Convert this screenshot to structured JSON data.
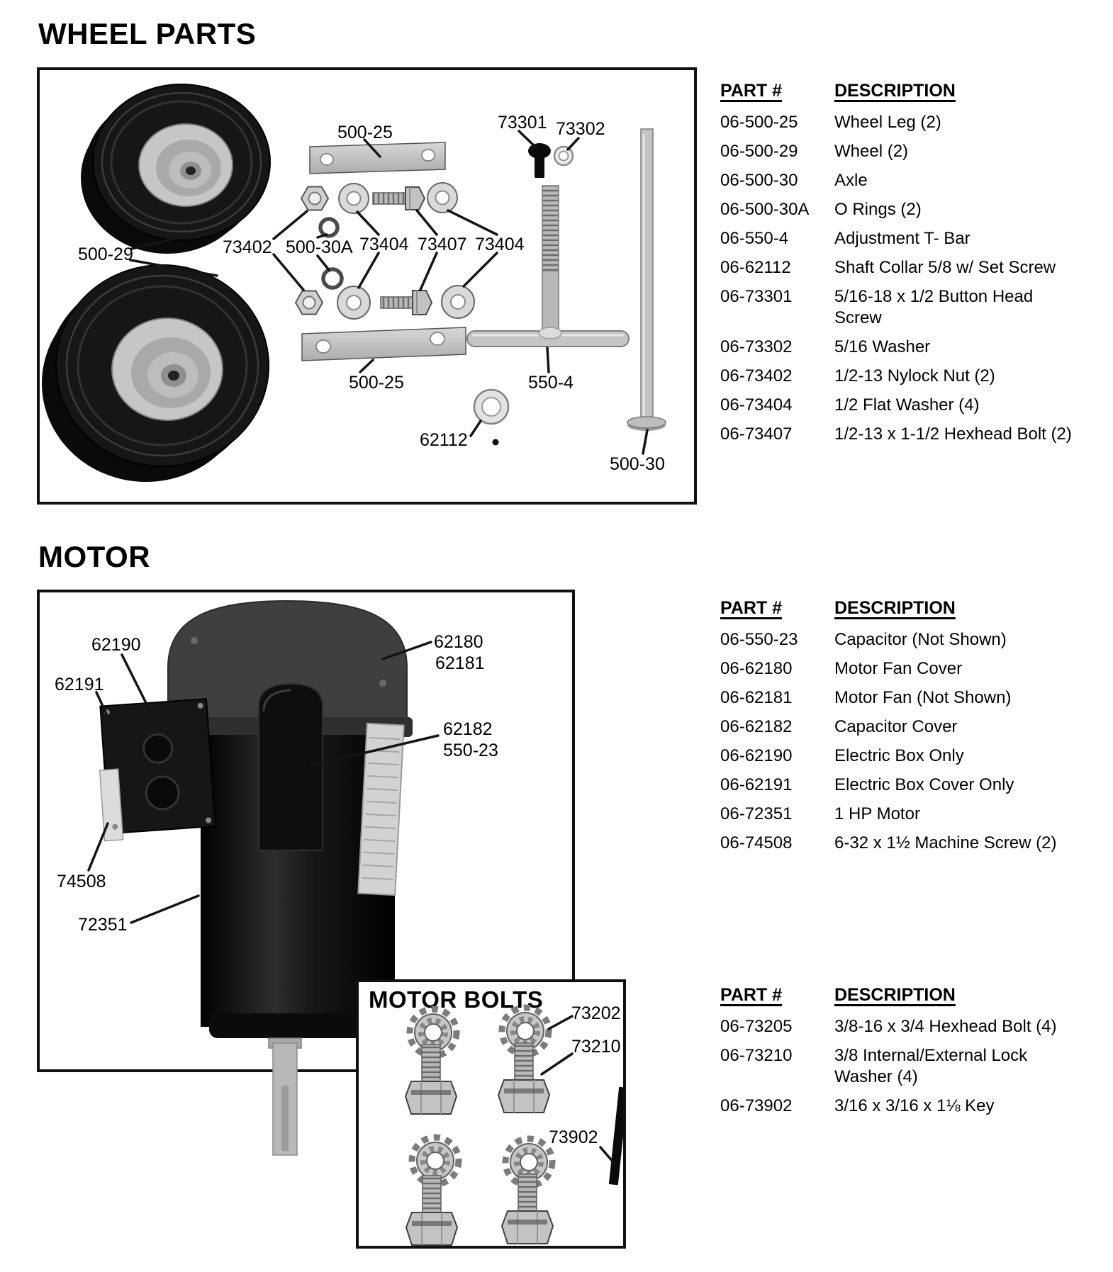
{
  "titles": {
    "wheel_section": "WHEEL PARTS",
    "motor_section": "MOTOR",
    "motor_bolts_box": "MOTOR BOLTS"
  },
  "headers": {
    "part": "PART #",
    "desc": "DESCRIPTION"
  },
  "wheel": {
    "labels": {
      "wheel": "500-29",
      "plate_top": "500-25",
      "plate_bottom": "500-25",
      "button_screw": "73301",
      "washer_5_16": "73302",
      "nylock_nut": "73402",
      "o_rings": "500-30A",
      "flat_washer_left": "73404",
      "hex_bolt": "73407",
      "flat_washer_right": "73404",
      "t_bar": "550-4",
      "shaft_collar": "62112",
      "axle": "500-30"
    },
    "table": {
      "rows": [
        {
          "part": "06-500-25",
          "desc": "Wheel Leg (2)"
        },
        {
          "part": "06-500-29",
          "desc": "Wheel (2)"
        },
        {
          "part": "06-500-30",
          "desc": "Axle"
        },
        {
          "part": "06-500-30A",
          "desc": "O Rings (2)"
        },
        {
          "part": "06-550-4",
          "desc": "Adjustment T- Bar"
        },
        {
          "part": "06-62112",
          "desc": "Shaft Collar 5/8 w/ Set Screw"
        },
        {
          "part": "06-73301",
          "desc": "5/16-18 x 1/2 Button Head Screw"
        },
        {
          "part": "06-73302",
          "desc": "5/16 Washer"
        },
        {
          "part": "06-73402",
          "desc": "1/2-13 Nylock Nut (2)"
        },
        {
          "part": "06-73404",
          "desc": "1/2 Flat Washer (4)"
        },
        {
          "part": "06-73407",
          "desc": "1/2-13 x 1-1/2 Hexhead Bolt (2)"
        }
      ]
    }
  },
  "motor": {
    "labels": {
      "electric_box": "62190",
      "electric_box_cover": "62191",
      "fan_cover": "62180",
      "motor_fan": "62181",
      "capacitor_cover": "62182",
      "capacitor": "550-23",
      "machine_screw": "74508",
      "motor": "72351"
    },
    "table": {
      "rows": [
        {
          "part": "06-550-23",
          "desc": "Capacitor (Not Shown)"
        },
        {
          "part": "06-62180",
          "desc": "Motor Fan Cover"
        },
        {
          "part": "06-62181",
          "desc": "Motor Fan (Not Shown)"
        },
        {
          "part": "06-62182",
          "desc": "Capacitor Cover"
        },
        {
          "part": "06-62190",
          "desc": "Electric Box Only"
        },
        {
          "part": "06-62191",
          "desc": "Electric Box Cover Only"
        },
        {
          "part": "06-72351",
          "desc": "1 HP Motor"
        },
        {
          "part": "06-74508",
          "desc": "6-32 x 1½ Machine Screw (2)"
        }
      ]
    }
  },
  "motor_bolts": {
    "labels": {
      "lock_washer": "73202",
      "hex_bolt": "73210",
      "key": "73902"
    },
    "table": {
      "rows": [
        {
          "part": "06-73205",
          "desc": "3/8-16 x 3/4 Hexhead Bolt (4)"
        },
        {
          "part": "06-73210",
          "desc": "3/8 Internal/External Lock Washer (4)"
        },
        {
          "part": "06-73902",
          "desc": "3/16 x 3/16 x 1⅛ Key"
        }
      ]
    }
  }
}
